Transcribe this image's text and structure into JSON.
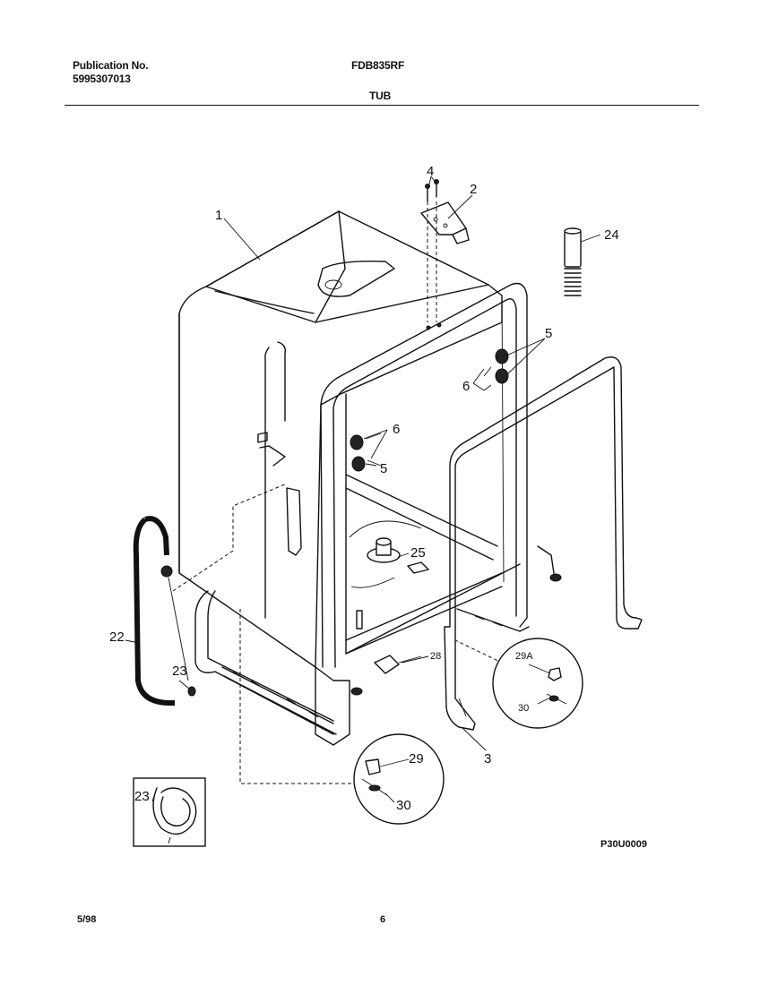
{
  "header": {
    "publication_label": "Publication No.",
    "publication_number": "5995307013",
    "model": "FDB835RF",
    "section_title": "TUB"
  },
  "callouts": {
    "c1": "1",
    "c2": "2",
    "c3": "3",
    "c4": "4",
    "c5a": "5",
    "c5b": "5",
    "c6a": "6",
    "c6b": "6",
    "c22": "22",
    "c23a": "23",
    "c23b": "23",
    "c24": "24",
    "c25": "25",
    "c28": "28",
    "c29": "29",
    "c29a": "29A",
    "c30a": "30",
    "c30b": "30"
  },
  "figure_code": "P30U0009",
  "footer": {
    "date": "5/98",
    "page": "6"
  }
}
